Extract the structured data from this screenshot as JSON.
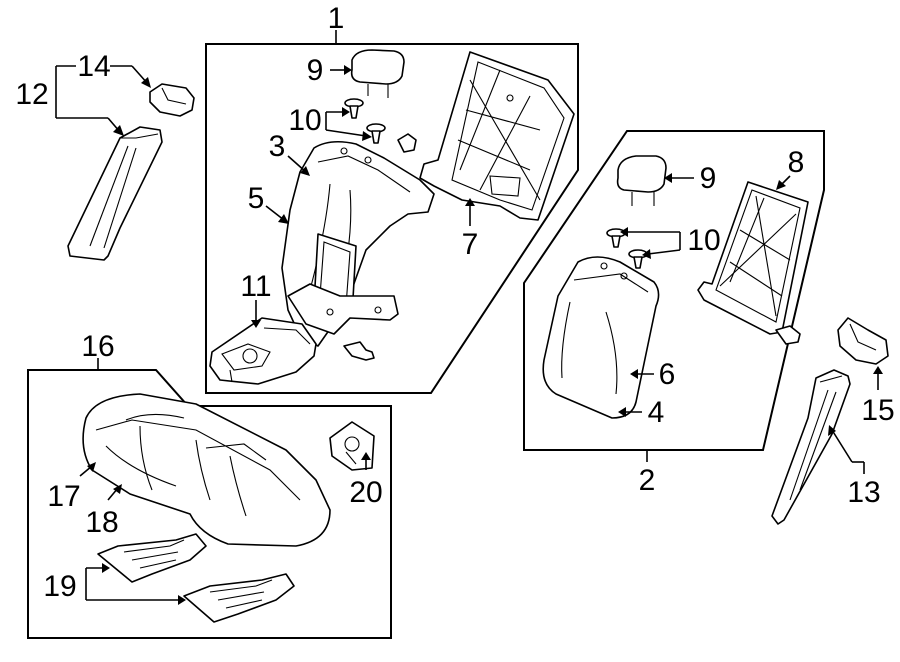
{
  "callouts": {
    "c1": "1",
    "c2": "2",
    "c3": "3",
    "c4": "4",
    "c5": "5",
    "c6": "6",
    "c7": "7",
    "c8": "8",
    "c9a": "9",
    "c9b": "9",
    "c10a": "10",
    "c10b": "10",
    "c11": "11",
    "c12": "12",
    "c13": "13",
    "c14": "14",
    "c15": "15",
    "c16": "16",
    "c17": "17",
    "c18": "18",
    "c19": "19",
    "c20": "20"
  }
}
